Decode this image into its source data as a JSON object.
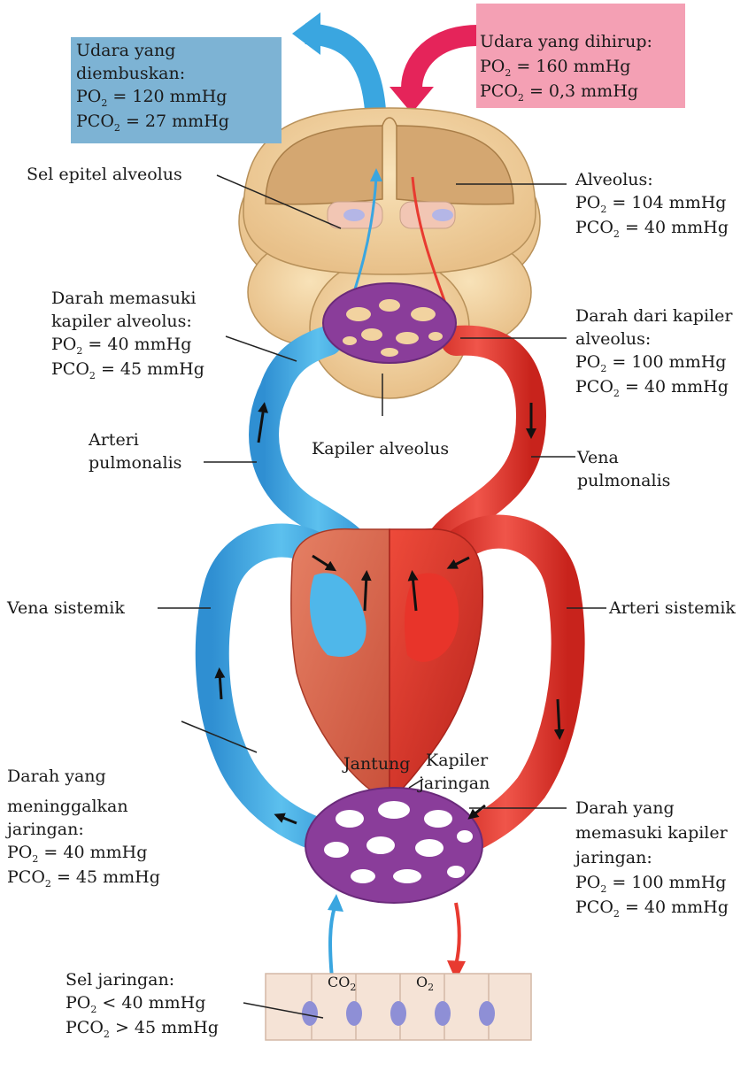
{
  "labels": {
    "exhaled": {
      "title1": "Udara yang",
      "title2": "diembuskan:",
      "po2_sym": "PO",
      "po2_val": "= 120 mmHg",
      "pco2_sym": "PCO",
      "pco2_val": "= 27 mmHg"
    },
    "inhaled": {
      "title": "Udara yang dihirup:",
      "po2_sym": "PO",
      "po2_val": "= 160 mmHg",
      "pco2_sym": "PCO",
      "pco2_val": "= 0,3 mmHg"
    },
    "epithelial": "Sel epitel alveolus",
    "alveolus": {
      "title": "Alveolus:",
      "po2_sym": "PO",
      "po2_val": "= 104 mmHg",
      "pco2_sym": "PCO",
      "pco2_val": "= 40 mmHg"
    },
    "blood_in_alv": {
      "line1": "Darah memasuki",
      "line2": "kapiler alveolus:",
      "po2_sym": "PO",
      "po2_val": "= 40 mmHg",
      "pco2_sym": "PCO",
      "pco2_val": "= 45 mmHg"
    },
    "blood_from_alv": {
      "line1": "Darah dari kapiler",
      "line2": "alveolus:",
      "po2_sym": "PO",
      "po2_val": "= 100 mmHg",
      "pco2_sym": "PCO",
      "pco2_val": "= 40 mmHg"
    },
    "pulm_artery": {
      "line1": "Arteri",
      "line2": "pulmonalis"
    },
    "alv_capillary": "Kapiler alveolus",
    "pulm_vein": {
      "line1": "Vena",
      "line2": "pulmonalis"
    },
    "systemic_vein": "Vena sistemik",
    "systemic_artery": "Arteri sistemik",
    "heart": "Jantung",
    "tissue_capillary": {
      "line1": "Kapiler",
      "line2": "jaringan"
    },
    "blood_leaving": {
      "line1": "Darah yang",
      "line2": "meninggalkan",
      "line3": "jaringan:",
      "po2_sym": "PO",
      "po2_val": "= 40 mmHg",
      "pco2_sym": "PCO",
      "pco2_val": "= 45 mmHg"
    },
    "blood_entering": {
      "line1": "Darah yang",
      "line2": "memasuki kapiler",
      "line3": "jaringan:",
      "po2_sym": "PO",
      "po2_val": "= 100 mmHg",
      "pco2_sym": "PCO",
      "pco2_val": "= 40 mmHg"
    },
    "tissue_cells": {
      "title": "Sel jaringan:",
      "po2_sym": "PO",
      "po2_val": "< 40 mmHg",
      "pco2_sym": "PCO",
      "pco2_val": "> 45 mmHg"
    },
    "co2": "CO",
    "o2": "O",
    "sub2": "2"
  },
  "colors": {
    "oxygen_poor_blood": "#3aa6e0",
    "oxygen_rich_blood": "#e83a30",
    "capillary": "#8a3d9a",
    "alveolus_tissue": "#f2d3a0",
    "exhaled_box": "#7db3d4",
    "inhaled_box": "#f4a0b4"
  }
}
